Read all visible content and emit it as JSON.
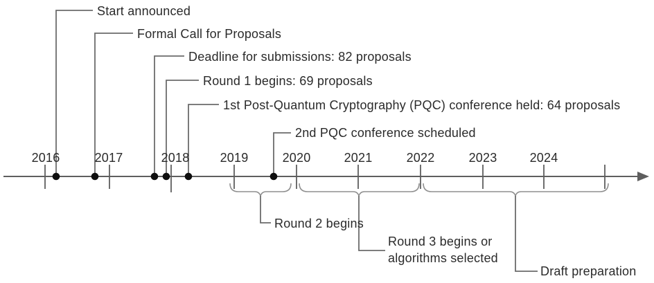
{
  "timeline": {
    "years": [
      "2016",
      "2017",
      "2018",
      "2019",
      "2020",
      "2021",
      "2022",
      "2023",
      "2024"
    ],
    "events_above": [
      {
        "label": "Start announced"
      },
      {
        "label": "Formal Call for Proposals"
      },
      {
        "label": "Deadline for submissions: 82 proposals"
      },
      {
        "label": "Round 1 begins: 69 proposals"
      },
      {
        "label": "1st Post-Quantum Cryptography (PQC) conference held: 64 proposals"
      },
      {
        "label": "2nd PQC conference scheduled"
      }
    ],
    "events_below": [
      {
        "label": "Round 2 begins"
      },
      {
        "label_line1": "Round 3 begins or",
        "label_line2": "algorithms selected"
      },
      {
        "label": "Draft preparation"
      }
    ],
    "colors": {
      "axis": "#5e5e5e",
      "connector": "#6b6b6b",
      "brace": "#8f8f8f",
      "dot": "#0f0f0f",
      "text": "#2a2a2a",
      "background": "#ffffff"
    }
  }
}
